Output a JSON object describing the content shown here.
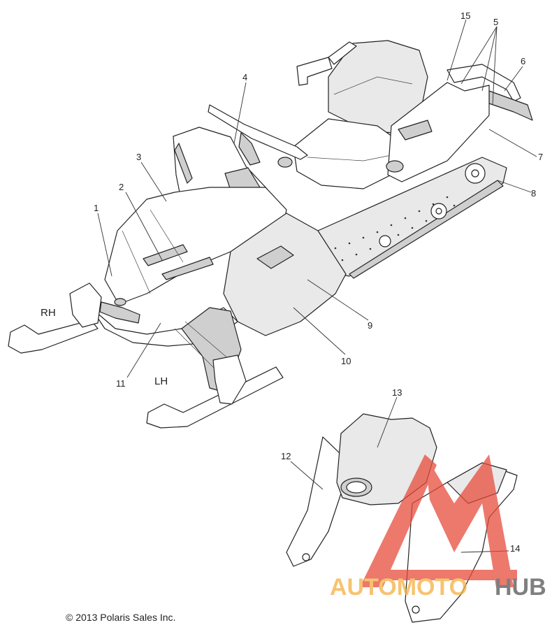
{
  "callouts": [
    "1",
    "2",
    "3",
    "4",
    "5",
    "6",
    "7",
    "8",
    "9",
    "10",
    "11",
    "12",
    "13",
    "14",
    "15"
  ],
  "side_labels": {
    "rh": "RH",
    "lh": "LH"
  },
  "copyright": "© 2013 Polaris Sales Inc.",
  "watermark": {
    "part1": "AUTOMOTO",
    "part2": "HUB",
    "color1": "#f5b041",
    "color2": "#555555",
    "logo_color": "#e74c3c"
  }
}
